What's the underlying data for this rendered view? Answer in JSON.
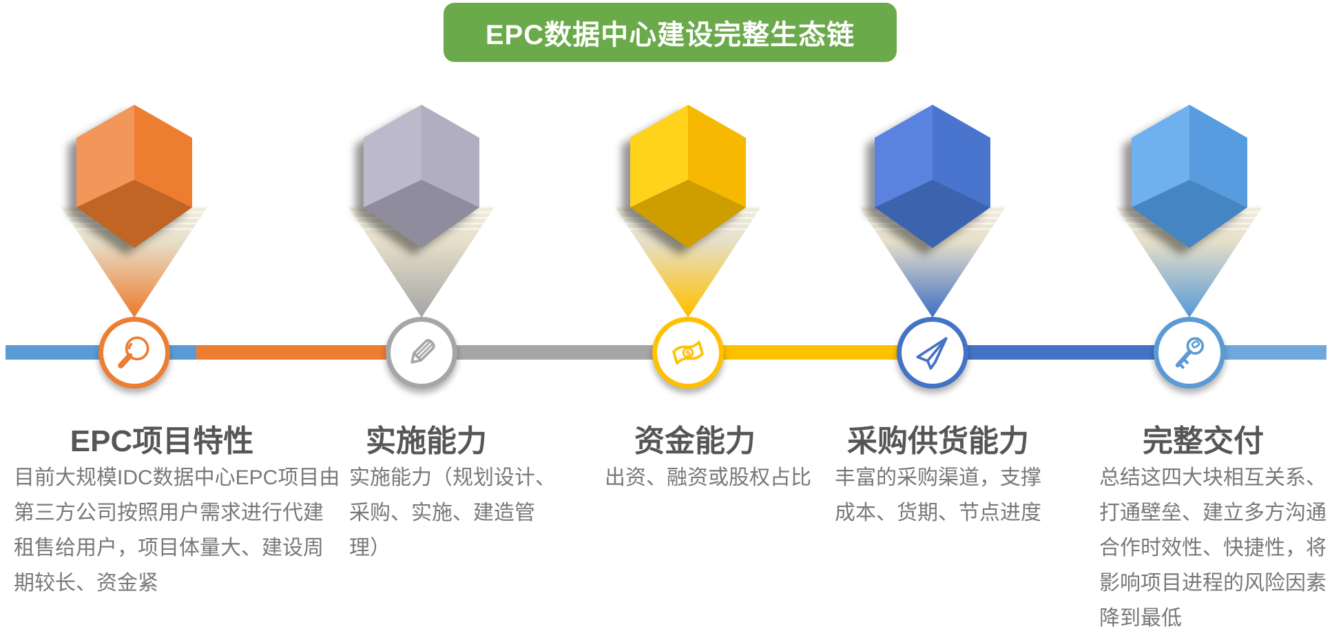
{
  "title": {
    "text": "EPC数据中心建设完整生态链",
    "background": "#6BAA4B",
    "color": "#FFFFFF"
  },
  "timeline": {
    "segment_colors": [
      "#5B9BD5",
      "#ED7D31",
      "#A6A6A6",
      "#FFC000",
      "#4472C4",
      "#6FA8DC"
    ]
  },
  "columns": [
    {
      "heading": "EPC项目特性",
      "body": "目前大规模IDC数据中心EPC项目由第三方公司按照用户需求进行代建租售给用户，项目体量大、建设周期较长、资金紧",
      "icon": "magnifier-icon",
      "color": "#ED7D31",
      "cube": {
        "left_face": "#F2965A",
        "right_face": "#ED7D31",
        "bottom_face": "#C06524"
      }
    },
    {
      "heading": "实施能力",
      "body": "实施能力（规划设计、采购、实施、建造管理）",
      "icon": "pencil-icon",
      "color": "#A6A6A6",
      "cube": {
        "left_face": "#BCB9CA",
        "right_face": "#B1AEC0",
        "bottom_face": "#8E8C9D"
      }
    },
    {
      "heading": "资金能力",
      "body": "出资、融资或股权占比",
      "icon": "banknote-icon",
      "color": "#FFC000",
      "cube": {
        "left_face": "#FFD21C",
        "right_face": "#F6B800",
        "bottom_face": "#CE9D00"
      }
    },
    {
      "heading": "采购供货能力",
      "body": "丰富的采购渠道，支撑成本、货期、节点进度",
      "icon": "paper-plane-icon",
      "color": "#4472C4",
      "cube": {
        "left_face": "#5A83E0",
        "right_face": "#4A75CF",
        "bottom_face": "#3C63AE"
      }
    },
    {
      "heading": "完整交付",
      "body": "总结这四大块相互关系、打通壁垒、建立多方沟通合作时效性、快捷性，将影响项目进程的风险因素降到最低",
      "icon": "key-icon",
      "color": "#5B9BD5",
      "cube": {
        "left_face": "#6FB0EE",
        "right_face": "#569CDF",
        "bottom_face": "#4685C4"
      }
    }
  ]
}
